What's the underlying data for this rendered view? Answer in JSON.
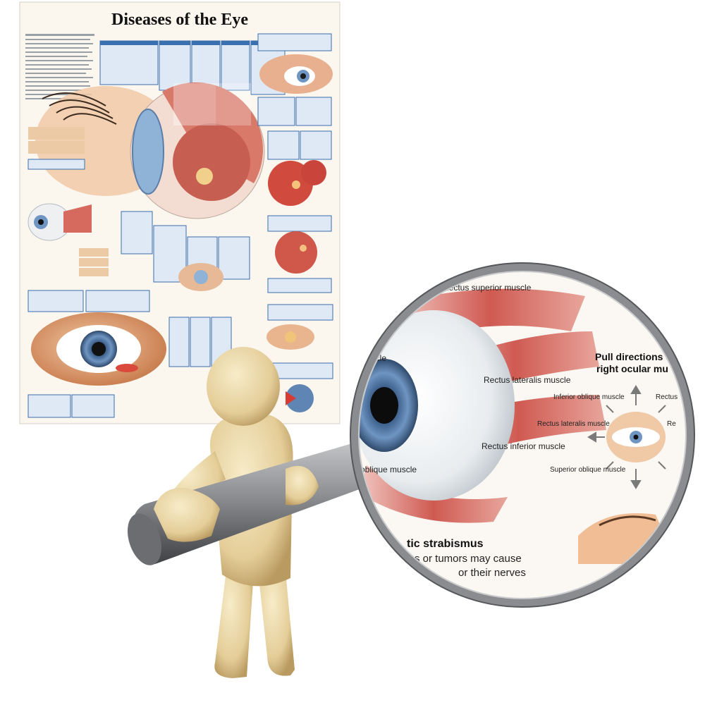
{
  "poster": {
    "title": "Diseases of the Eye"
  },
  "magnifier": {
    "labels": {
      "rectus_superior": "Rectus superior muscle",
      "oblique_left": "oblique muscle",
      "muscle_left": "muscle",
      "rectus_lateralis": "Rectus lateralis muscle",
      "rectus_inferior": "Rectus inferior muscle",
      "inferior_oblique": "Inferior oblique muscle",
      "rectus_lateralis_small": "Rectus lateralis muscle",
      "superior_oblique": "Superior oblique muscle",
      "rectus_cut": "Rectus",
      "re_cut": "Re"
    },
    "heading_line1": "Pull directions o",
    "heading_line2": "right ocular mu",
    "strabismus_heading": "tic strabismus",
    "strabismus_line1": "s or tumors may cause",
    "strabismus_line2": "or their nerves"
  },
  "colors": {
    "poster_bg": "#fbf6ee",
    "panel_blue": "#3a6fb0",
    "muscle_red": "#c9504a",
    "iris_blue": "#6f95c2",
    "lens_frame": "#8a8c8f",
    "figure_skin": "#e9d6a6"
  }
}
